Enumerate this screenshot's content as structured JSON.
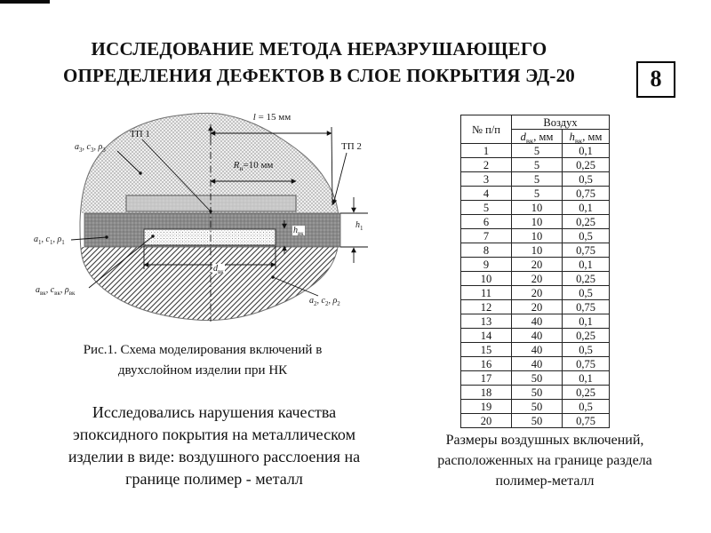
{
  "slide": {
    "title": "ИССЛЕДОВАНИЕ МЕТОДА НЕРАЗРУШАЮЩЕГО\nОПРЕДЕЛЕНИЯ ДЕФЕКТОВ В СЛОЕ ПОКРЫТИЯ ЭД-20",
    "page_number": "8"
  },
  "figure": {
    "caption": "Рис.1. Схема моделирования включений в\nдвухслойном изделии при НК",
    "labels": {
      "tp1": "ТП 1",
      "tp2": "ТП 2",
      "l_dim": "*l* = 15 мм",
      "r_dim": "*R*_{н}=10 мм",
      "layer3": "*a*_{3}, *c*_{3}, *ρ*_{3}",
      "layer1": "*a*_{1}, *c*_{1}, *ρ*_{1}",
      "layer2": "*a*_{2}, *c*_{2}, *ρ*_{2}",
      "inclusion_props": "*a*_{вк}, *c*_{вк}, *ρ*_{вк}",
      "h1": "*h*_{1}",
      "hvk": "*h*_{вк}",
      "dvk": "*d*_{вк}"
    }
  },
  "left_text": "Исследовались нарушения качества\nэпоксидного покрытия на металлическом\nизделии в виде: воздушного расслоения на\nгранице полимер - металл",
  "table": {
    "caption": "Размеры воздушных включений,\nрасположенных на границе раздела\nполимер-металл",
    "col_header_num": "№ п/п",
    "group_header": "Воздух",
    "sub_headers": [
      "*d*_{вк}, мм",
      "*h*_{вк}, мм"
    ],
    "rows": [
      [
        "1",
        "5",
        "0,1"
      ],
      [
        "2",
        "5",
        "0,25"
      ],
      [
        "3",
        "5",
        "0,5"
      ],
      [
        "4",
        "5",
        "0,75"
      ],
      [
        "5",
        "10",
        "0,1"
      ],
      [
        "6",
        "10",
        "0,25"
      ],
      [
        "7",
        "10",
        "0,5"
      ],
      [
        "8",
        "10",
        "0,75"
      ],
      [
        "9",
        "20",
        "0,1"
      ],
      [
        "10",
        "20",
        "0,25"
      ],
      [
        "11",
        "20",
        "0,5"
      ],
      [
        "12",
        "20",
        "0,75"
      ],
      [
        "13",
        "40",
        "0,1"
      ],
      [
        "14",
        "40",
        "0,25"
      ],
      [
        "15",
        "40",
        "0,5"
      ],
      [
        "16",
        "40",
        "0,75"
      ],
      [
        "17",
        "50",
        "0,1"
      ],
      [
        "18",
        "50",
        "0,25"
      ],
      [
        "19",
        "50",
        "0,5"
      ],
      [
        "20",
        "50",
        "0,75"
      ]
    ]
  }
}
